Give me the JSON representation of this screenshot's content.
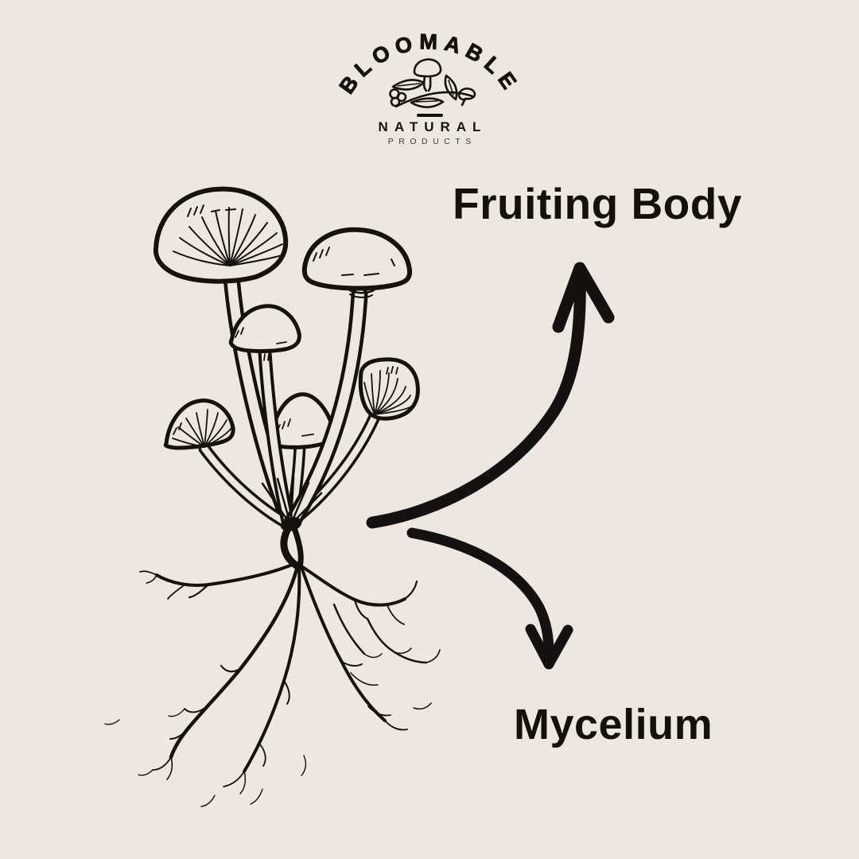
{
  "canvas": {
    "background_color": "#ece8e1",
    "ink_color": "#15120e",
    "text_color": "#14110d"
  },
  "logo": {
    "brand": "BLOOMABLE",
    "natural": "NATURAL",
    "products": "PRODUCTS",
    "mark_icon": "botanical-sprig-with-mushrooms-icon"
  },
  "labels": {
    "fruiting_body": "Fruiting Body",
    "mycelium": "Mycelium"
  },
  "illustration": {
    "mushroom_cluster": "hand-drawn cluster of six gilled mushrooms",
    "mycelium_roots": "branching root-like mycelium network",
    "arrow_to_fruiting_body": "curved-up-arrow-icon",
    "arrow_to_mycelium": "curved-down-arrow-icon"
  }
}
